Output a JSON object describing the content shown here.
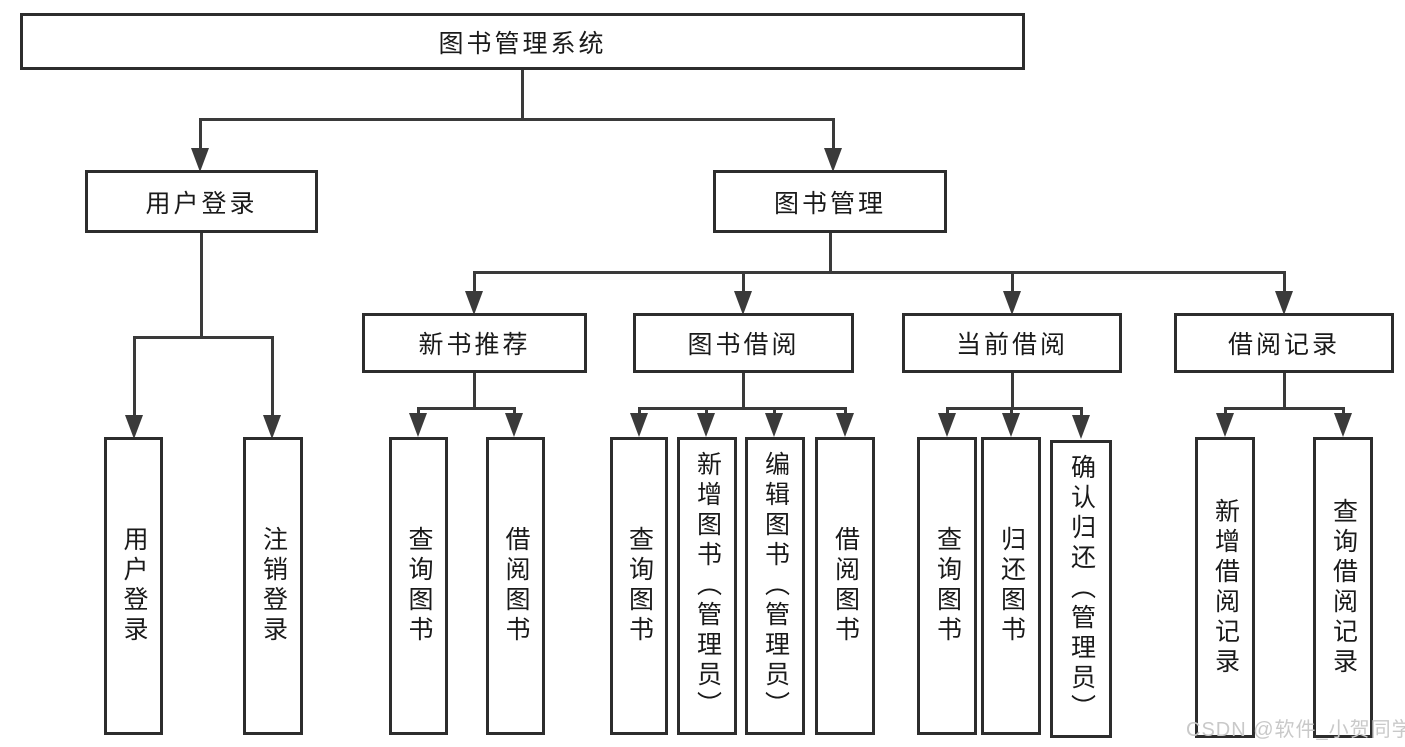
{
  "title": "图书管理系统",
  "colors": {
    "background": "#ffffff",
    "line": "#3a3a3a",
    "box_border": "#2d2d2d",
    "text": "#1a1a1a",
    "watermark_text": "#c9c9c9"
  },
  "watermark": "CSDN @软件_小贺同学",
  "tree": {
    "label": "图书管理系统",
    "children": [
      {
        "label": "用户登录",
        "children": [
          {
            "label": "用户登录"
          },
          {
            "label": "注销登录"
          }
        ]
      },
      {
        "label": "图书管理",
        "children": [
          {
            "label": "新书推荐",
            "children": [
              {
                "label": "查询图书"
              },
              {
                "label": "借阅图书"
              }
            ]
          },
          {
            "label": "图书借阅",
            "children": [
              {
                "label": "查询图书"
              },
              {
                "label": "新增图书（管理员）"
              },
              {
                "label": "编辑图书（管理员）"
              },
              {
                "label": "借阅图书"
              }
            ]
          },
          {
            "label": "当前借阅",
            "children": [
              {
                "label": "查询图书"
              },
              {
                "label": "归还图书"
              },
              {
                "label": "确认归还（管理员）"
              }
            ]
          },
          {
            "label": "借阅记录",
            "children": [
              {
                "label": "新增借阅记录"
              },
              {
                "label": "查询借阅记录"
              }
            ]
          }
        ]
      }
    ]
  }
}
